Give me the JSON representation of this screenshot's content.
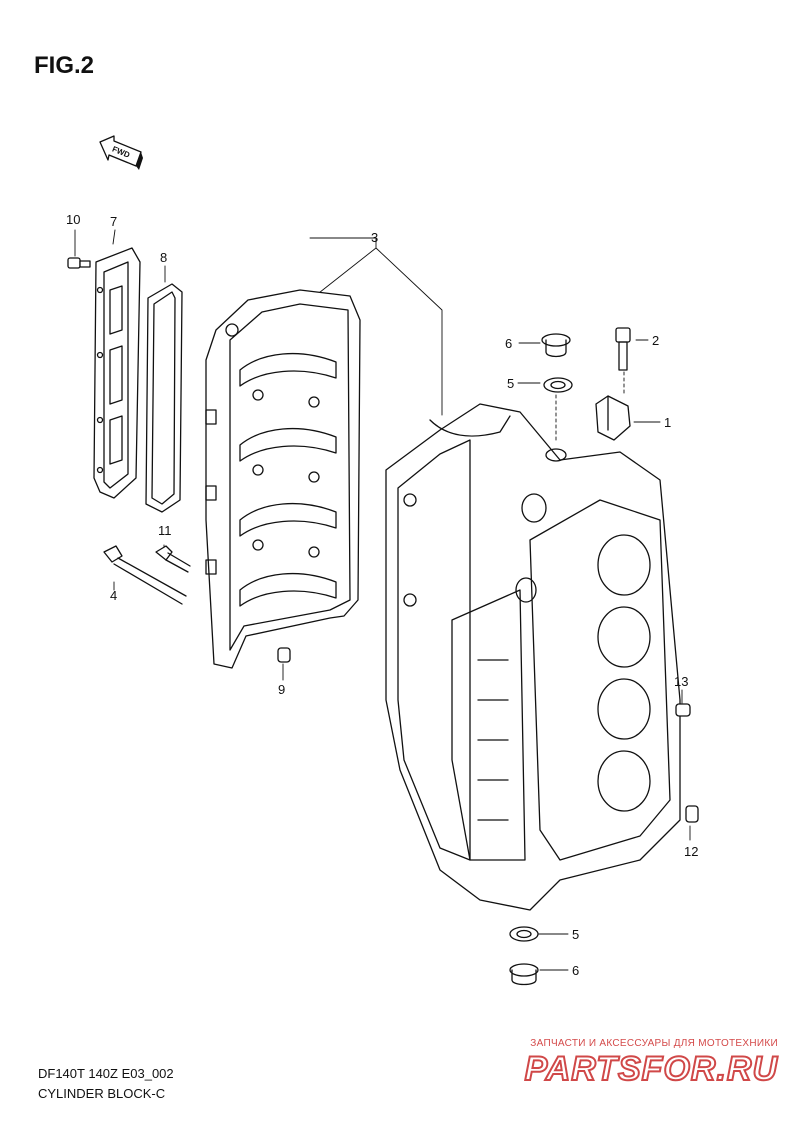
{
  "figure": {
    "title": "FIG.2",
    "fwd_label": "FWD"
  },
  "callouts": {
    "c1": "1",
    "c2": "2",
    "c3": "3",
    "c4": "4",
    "c5a": "5",
    "c5b": "5",
    "c6a": "6",
    "c6b": "6",
    "c7": "7",
    "c8": "8",
    "c9": "9",
    "c10": "10",
    "c11": "11",
    "c12": "12",
    "c13": "13"
  },
  "footer": {
    "model": "DF140T 140Z E03_002",
    "section": "CYLINDER BLOCK-C"
  },
  "watermark": {
    "tagline": "ЗАПЧАСТИ И АКСЕССУАРЫ ДЛЯ МОТОТЕХНИКИ",
    "brand": "PARTSFOR.RU"
  }
}
